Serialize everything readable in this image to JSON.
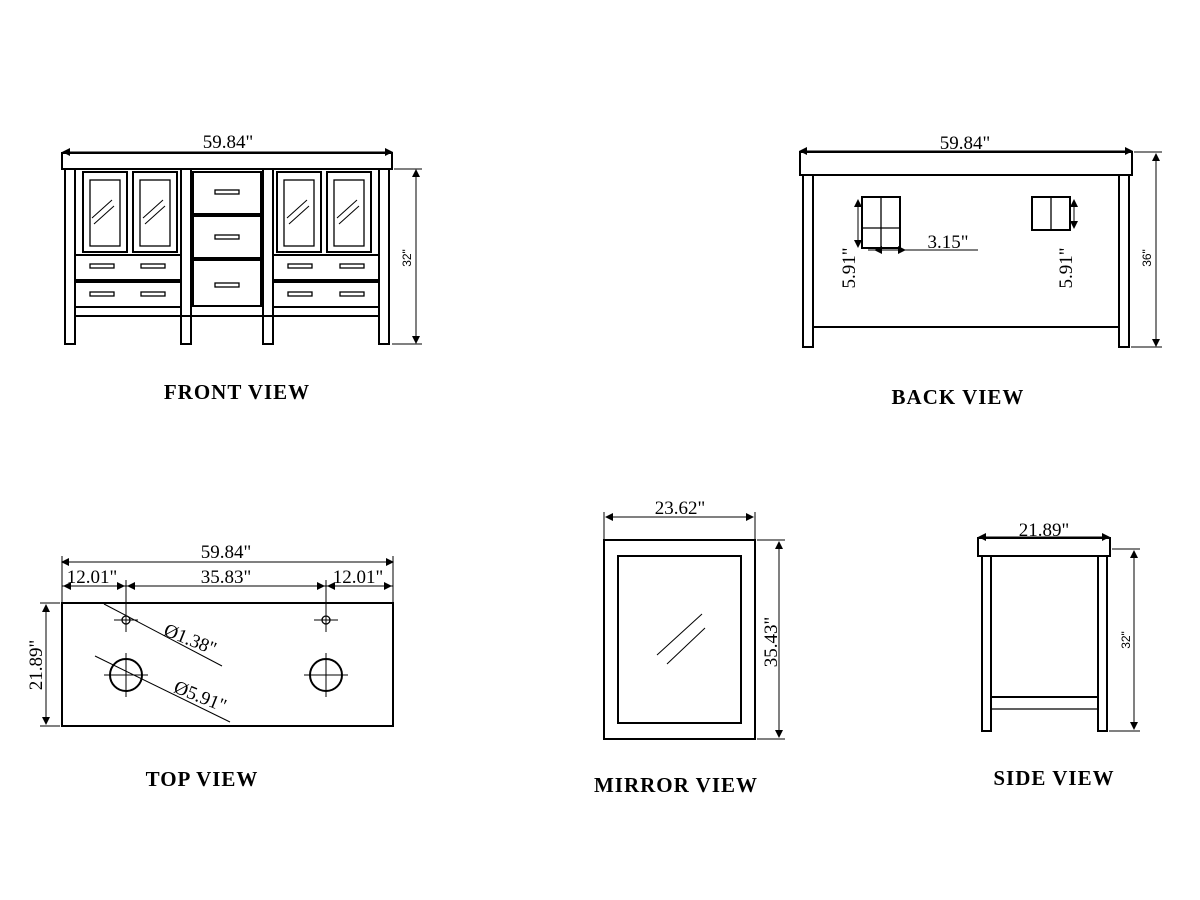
{
  "views": {
    "front": {
      "caption": "FRONT VIEW",
      "width": "59.84\"",
      "height": "32\""
    },
    "back": {
      "caption": "BACK VIEW",
      "width": "59.84\"",
      "height": "36\"",
      "cutout_height_left": "5.91\"",
      "cutout_offset": "3.15\"",
      "cutout_height_right": "5.91\""
    },
    "top": {
      "caption": "TOP VIEW",
      "width": "59.84\"",
      "left_offset": "12.01\"",
      "center_spacing": "35.83\"",
      "right_offset": "12.01\"",
      "depth": "21.89\"",
      "faucet_hole": "Ø1.38\"",
      "drain_hole": "Ø5.91\""
    },
    "mirror": {
      "caption": "MIRROR VIEW",
      "width": "23.62\"",
      "height": "35.43\""
    },
    "side": {
      "caption": "SIDE VIEW",
      "depth": "21.89\"",
      "height": "32\""
    }
  }
}
